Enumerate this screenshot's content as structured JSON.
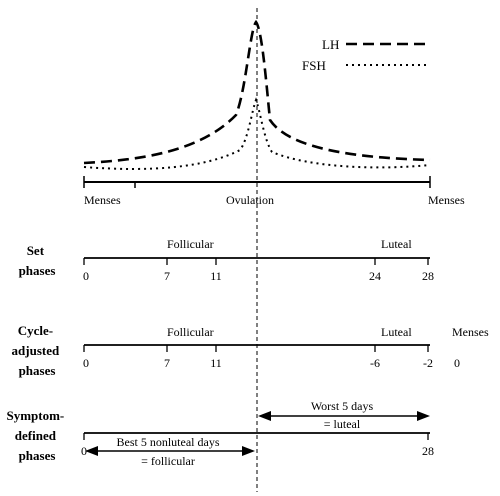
{
  "hormone_panel": {
    "legend": {
      "lh": "LH",
      "fsh": "FSH"
    },
    "axis_labels": {
      "left": "Menses",
      "center": "Ovulation",
      "right": "Menses"
    }
  },
  "rows": [
    {
      "id": "set",
      "title_lines": [
        "Set",
        "phases"
      ],
      "phase_labels": [
        "Follicular",
        "Luteal"
      ],
      "ticks": [
        "0",
        "7",
        "11",
        "24",
        "28"
      ]
    },
    {
      "id": "cycle",
      "title_lines": [
        "Cycle-",
        "adjusted",
        "phases"
      ],
      "phase_labels": [
        "Follicular",
        "Luteal",
        "Menses"
      ],
      "ticks": [
        "0",
        "7",
        "11",
        "-6",
        "-2",
        "0"
      ]
    },
    {
      "id": "symptom",
      "title_lines": [
        "Symptom-",
        "defined",
        "phases"
      ],
      "worst_box": [
        "Worst 5 days",
        "= luteal"
      ],
      "best_box": [
        "Best 5 nonluteal days",
        "= follicular"
      ],
      "ticks": [
        "0",
        "28"
      ]
    }
  ],
  "colors": {
    "ink": "#000000",
    "background": "#ffffff"
  },
  "icons": [
    "double-arrow-worst-icon",
    "double-arrow-best-icon"
  ]
}
